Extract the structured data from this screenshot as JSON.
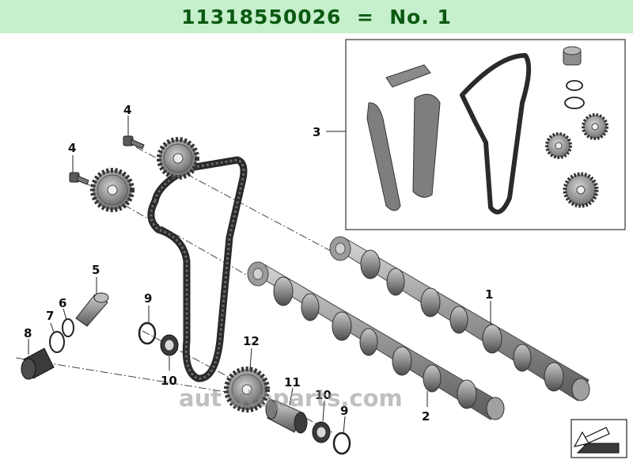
{
  "header": {
    "part_number": "11318550026",
    "separator": "=",
    "number_label": "No. 1",
    "bg_color": "#c6efcc",
    "text_color": "#0b5a12"
  },
  "callouts": {
    "c1": "1",
    "c2": "2",
    "c3": "3",
    "c4a": "4",
    "c4b": "4",
    "c5": "5",
    "c6": "6",
    "c7": "7",
    "c8": "8",
    "c9a": "9",
    "c9b": "9",
    "c10a": "10",
    "c10b": "10",
    "c11": "11",
    "c12": "12"
  },
  "watermark": "aut   utoparts.com",
  "icons": {
    "nav": "next-arrow-icon"
  }
}
